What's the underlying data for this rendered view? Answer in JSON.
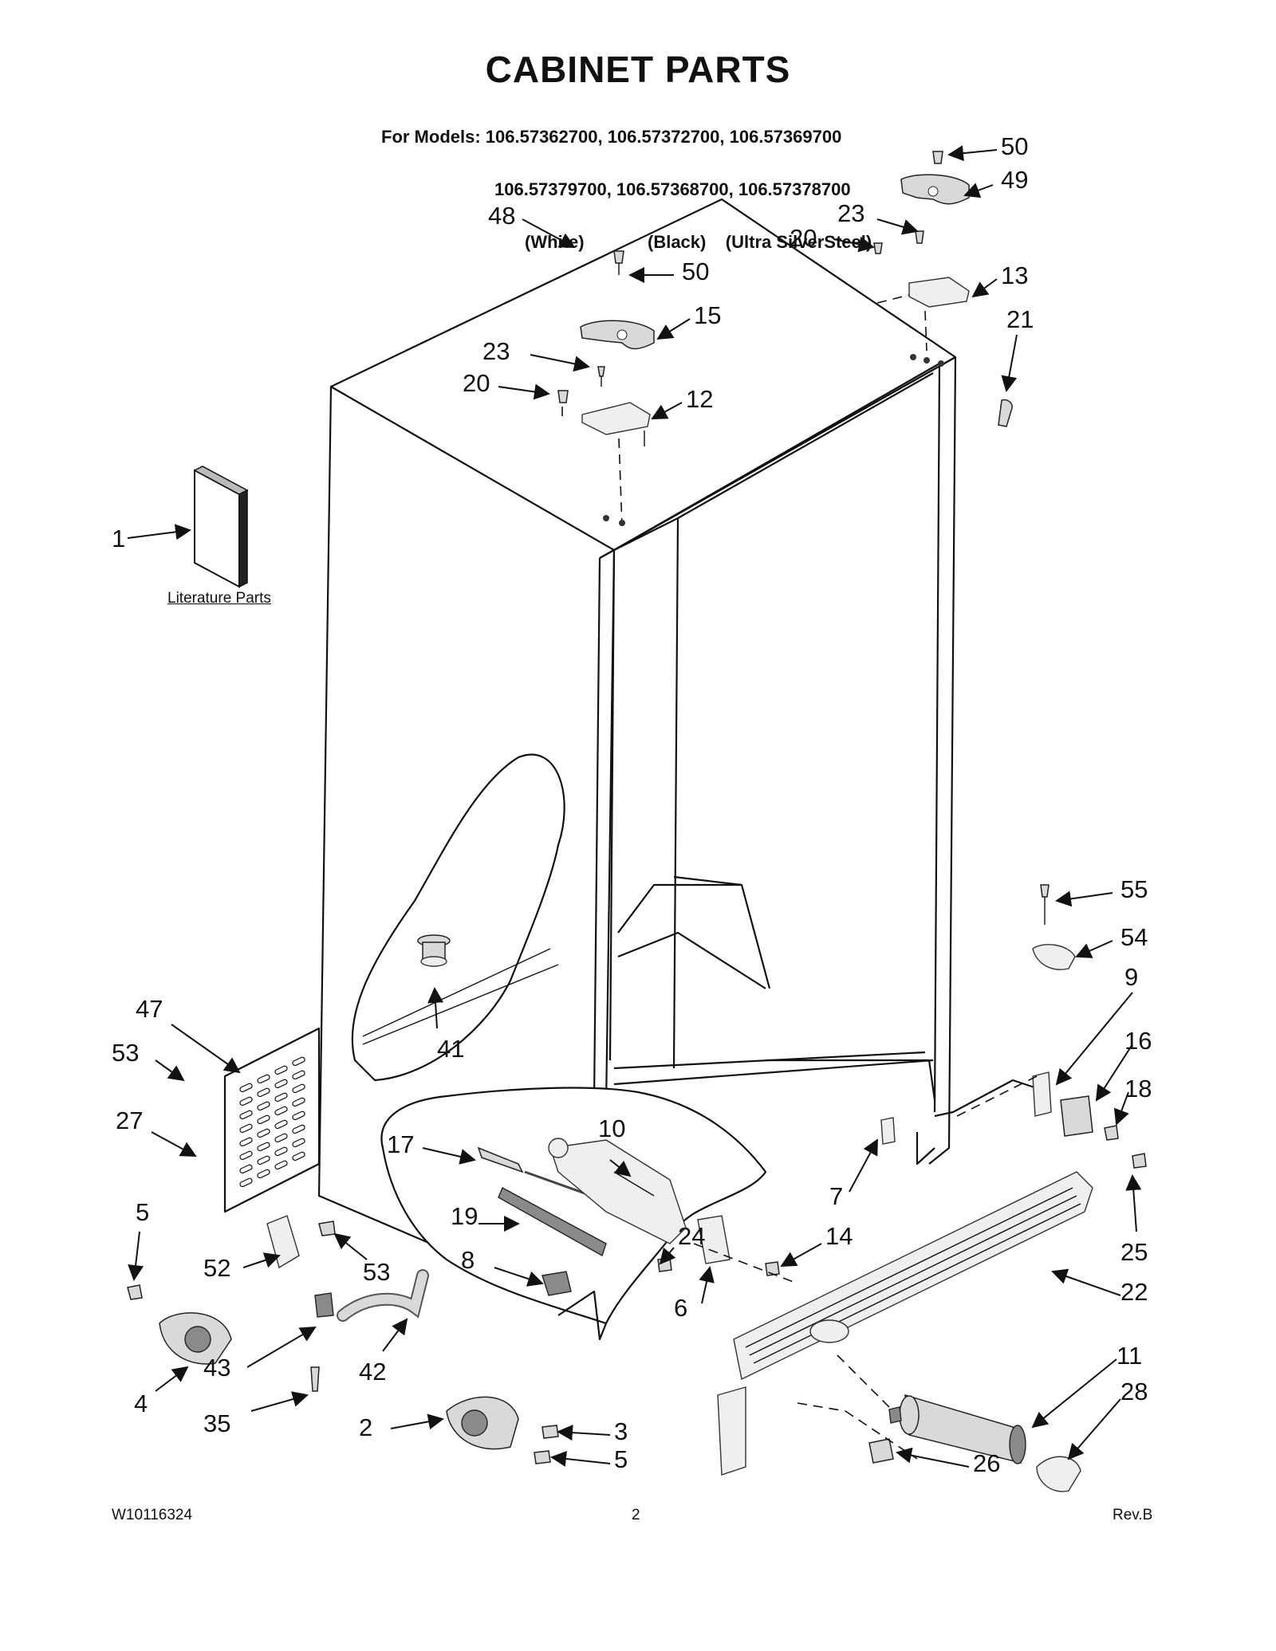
{
  "title": "CABINET PARTS",
  "models": {
    "line1": "For Models: 106.57362700, 106.57372700, 106.57369700",
    "line2": "106.57379700, 106.57368700, 106.57378700",
    "line3": "(White)             (Black)    (Ultra SilverSteel)"
  },
  "literature_parts_label": "Literature Parts",
  "callouts": [
    "50",
    "49",
    "23",
    "20",
    "13",
    "21",
    "48",
    "50",
    "15",
    "23",
    "20",
    "12",
    "1",
    "55",
    "54",
    "9",
    "16",
    "18",
    "47",
    "53",
    "27",
    "41",
    "17",
    "10",
    "7",
    "25",
    "19",
    "24",
    "14",
    "5",
    "52",
    "53",
    "8",
    "22",
    "11",
    "28",
    "43",
    "6",
    "42",
    "4",
    "35",
    "2",
    "3",
    "5",
    "26"
  ],
  "footer": {
    "doc_number": "W10116324",
    "page": "2",
    "revision": "Rev.B"
  }
}
